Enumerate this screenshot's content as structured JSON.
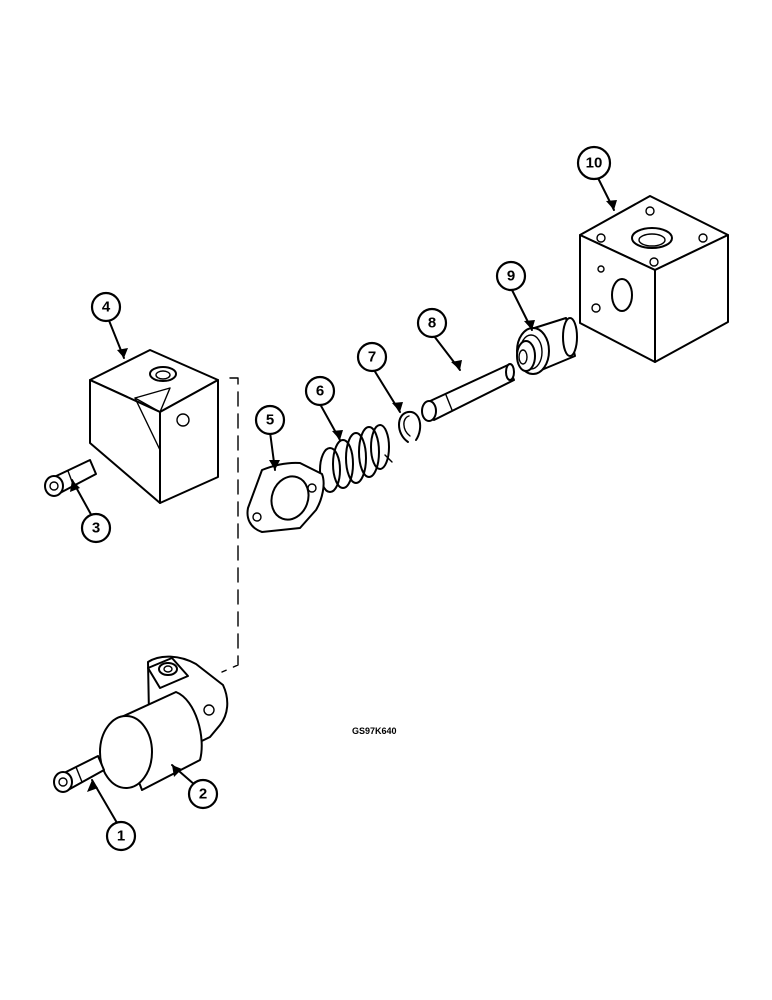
{
  "callouts": [
    {
      "id": "1",
      "label": "1"
    },
    {
      "id": "2",
      "label": "2"
    },
    {
      "id": "3",
      "label": "3"
    },
    {
      "id": "4",
      "label": "4"
    },
    {
      "id": "5",
      "label": "5"
    },
    {
      "id": "6",
      "label": "6"
    },
    {
      "id": "7",
      "label": "7"
    },
    {
      "id": "8",
      "label": "8"
    },
    {
      "id": "9",
      "label": "9"
    },
    {
      "id": "10",
      "label": "10"
    }
  ],
  "figure_reference": "GS97K640"
}
